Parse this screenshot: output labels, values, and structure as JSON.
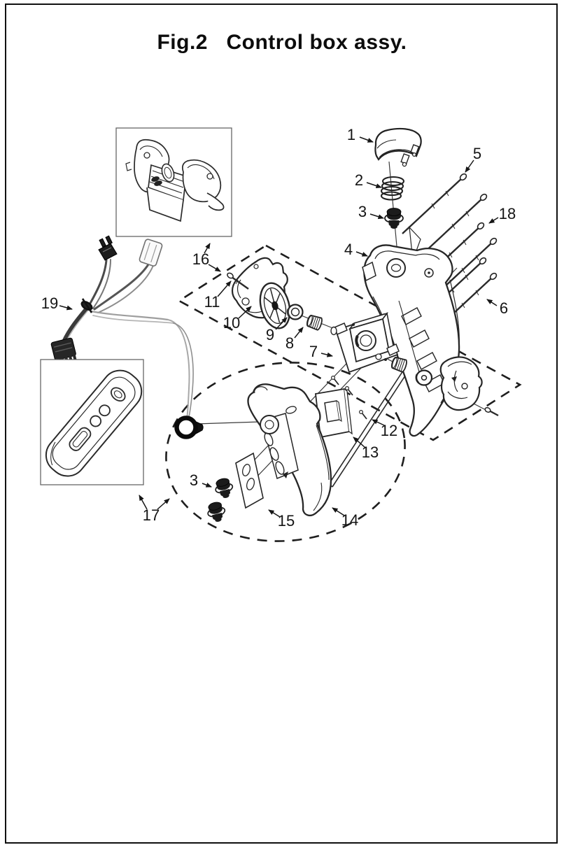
{
  "figure": {
    "title": "Fig.2   Control box assy."
  },
  "callouts": [
    {
      "label": "1"
    },
    {
      "label": "2"
    },
    {
      "label": "3"
    },
    {
      "label": "4"
    },
    {
      "label": "5"
    },
    {
      "label": "18"
    },
    {
      "label": "6"
    },
    {
      "label": "16"
    },
    {
      "label": "11"
    },
    {
      "label": "10"
    },
    {
      "label": "9"
    },
    {
      "label": "8"
    },
    {
      "label": "7"
    },
    {
      "label": "19"
    },
    {
      "label": "12"
    },
    {
      "label": "13"
    },
    {
      "label": "3"
    },
    {
      "label": "15"
    },
    {
      "label": "14"
    },
    {
      "label": "17"
    }
  ],
  "colors": {
    "ink": "#1a1a1a",
    "paper": "#ffffff",
    "wire_gray": "#9e9e9e",
    "connector_white": "#fafafa",
    "connector_black": "#222222"
  }
}
